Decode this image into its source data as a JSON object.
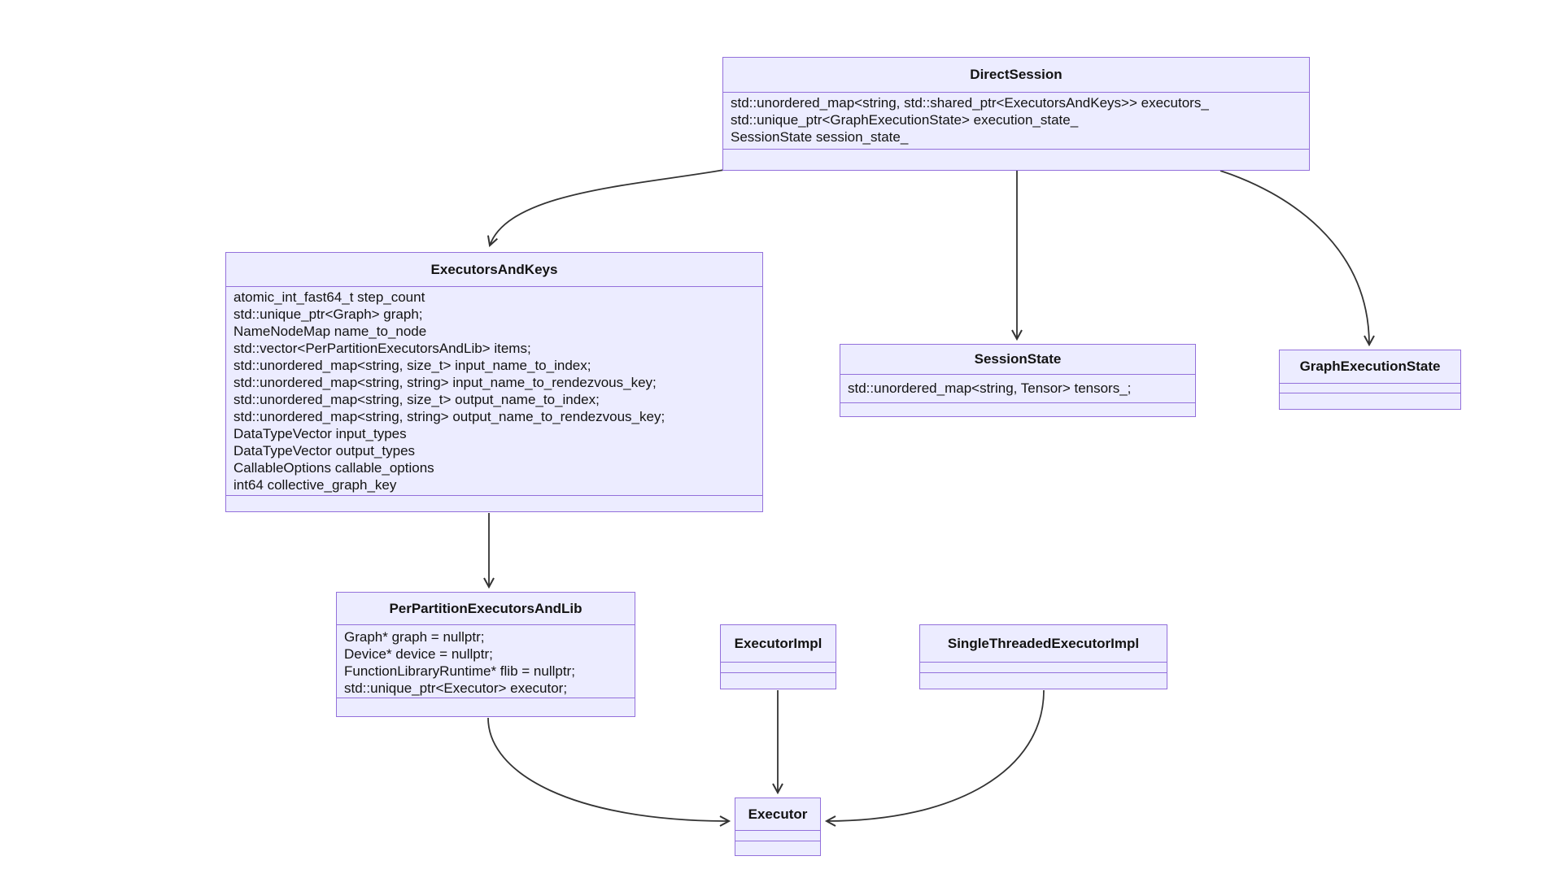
{
  "diagram": {
    "type": "uml-class-diagram",
    "colors": {
      "box_fill": "#ECECFF",
      "box_border": "#9370DB",
      "edge_stroke": "#333333",
      "text": "#131313",
      "background": "#FFFFFF"
    },
    "classes": {
      "direct_session": {
        "title": "DirectSession",
        "attributes": [
          "std::unordered_map<string, std::shared_ptr<ExecutorsAndKeys>> executors_",
          "std::unique_ptr<GraphExecutionState> execution_state_",
          "SessionState session_state_"
        ]
      },
      "executors_and_keys": {
        "title": "ExecutorsAndKeys",
        "attributes": [
          "atomic_int_fast64_t step_count",
          "std::unique_ptr<Graph> graph;",
          "NameNodeMap name_to_node",
          "std::vector<PerPartitionExecutorsAndLib> items;",
          "std::unordered_map<string, size_t> input_name_to_index;",
          "std::unordered_map<string, string> input_name_to_rendezvous_key;",
          "std::unordered_map<string, size_t> output_name_to_index;",
          "std::unordered_map<string, string> output_name_to_rendezvous_key;",
          "DataTypeVector input_types",
          "DataTypeVector output_types",
          "CallableOptions callable_options",
          "int64 collective_graph_key"
        ]
      },
      "session_state": {
        "title": "SessionState",
        "attributes": [
          "std::unordered_map<string, Tensor> tensors_;"
        ]
      },
      "graph_execution_state": {
        "title": "GraphExecutionState",
        "attributes": []
      },
      "per_partition_executors_and_lib": {
        "title": "PerPartitionExecutorsAndLib",
        "attributes": [
          "Graph* graph = nullptr;",
          "Device* device = nullptr;",
          "FunctionLibraryRuntime* flib = nullptr;",
          "std::unique_ptr<Executor> executor;"
        ]
      },
      "executor_impl": {
        "title": "ExecutorImpl",
        "attributes": []
      },
      "single_threaded_executor_impl": {
        "title": "SingleThreadedExecutorImpl",
        "attributes": []
      },
      "executor": {
        "title": "Executor",
        "attributes": []
      }
    },
    "edges": [
      {
        "from": "DirectSession",
        "to": "ExecutorsAndKeys",
        "shape": "curved"
      },
      {
        "from": "DirectSession",
        "to": "SessionState",
        "shape": "straight"
      },
      {
        "from": "DirectSession",
        "to": "GraphExecutionState",
        "shape": "curved"
      },
      {
        "from": "ExecutorsAndKeys",
        "to": "PerPartitionExecutorsAndLib",
        "shape": "straight"
      },
      {
        "from": "PerPartitionExecutorsAndLib",
        "to": "Executor",
        "shape": "curved"
      },
      {
        "from": "ExecutorImpl",
        "to": "Executor",
        "shape": "straight"
      },
      {
        "from": "SingleThreadedExecutorImpl",
        "to": "Executor",
        "shape": "curved"
      }
    ]
  }
}
